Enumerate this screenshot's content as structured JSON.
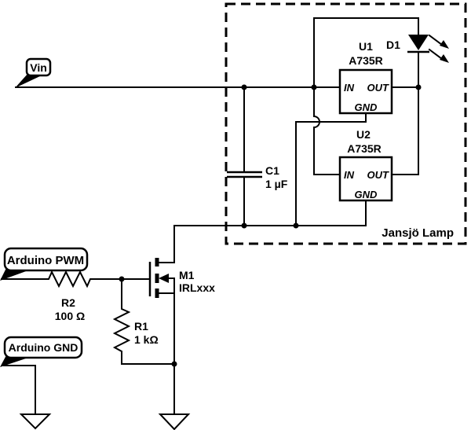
{
  "flags": {
    "vin": {
      "label": "Vin"
    },
    "arduino_pwm": {
      "label": "Arduino PWM"
    },
    "arduino_gnd": {
      "label": "Arduino GND"
    }
  },
  "lamp_box": {
    "label": "Jansjö Lamp"
  },
  "components": {
    "u1": {
      "ref": "U1",
      "part": "A735R",
      "pins": {
        "in": "IN",
        "out": "OUT",
        "gnd": "GND"
      }
    },
    "u2": {
      "ref": "U2",
      "part": "A735R",
      "pins": {
        "in": "IN",
        "out": "OUT",
        "gnd": "GND"
      }
    },
    "d1": {
      "ref": "D1"
    },
    "c1": {
      "ref": "C1",
      "value": "1 µF"
    },
    "m1": {
      "ref": "M1",
      "part": "IRLxxx"
    },
    "r1": {
      "ref": "R1",
      "value": "1 kΩ"
    },
    "r2": {
      "ref": "R2",
      "value": "100 Ω"
    }
  },
  "colors": {
    "ink": "#000000",
    "background": "#ffffff"
  }
}
